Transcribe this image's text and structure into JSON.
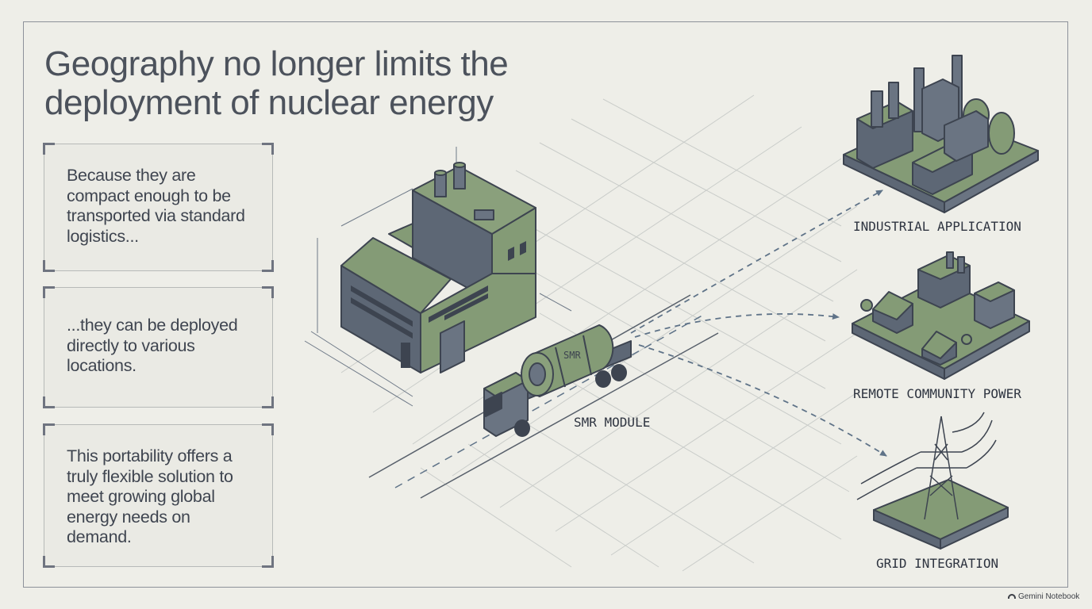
{
  "title": "Geography no longer limits the deployment of nuclear energy",
  "cards": [
    {
      "text": "Because they are compact enough to be transported via standard logistics..."
    },
    {
      "text": "...they can be deployed directly to various locations."
    },
    {
      "text": "This portability offers a truly flexible solution to meet growing global energy needs on demand."
    }
  ],
  "diagram": {
    "module_tag": "SMR",
    "module_label": "SMR MODULE",
    "destinations": [
      {
        "label": "INDUSTRIAL APPLICATION",
        "icon": "industrial-plant-icon"
      },
      {
        "label": "REMOTE COMMUNITY POWER",
        "icon": "community-houses-icon"
      },
      {
        "label": "GRID INTEGRATION",
        "icon": "transmission-tower-icon"
      }
    ]
  },
  "branding": {
    "text": "Gemini Notebook"
  },
  "colors": {
    "background": "#eeeee8",
    "ink": "#454b56",
    "slate": "#5d6775",
    "green": "#869d78",
    "grid": "#c9ccc9",
    "arrow": "#5f7388"
  }
}
